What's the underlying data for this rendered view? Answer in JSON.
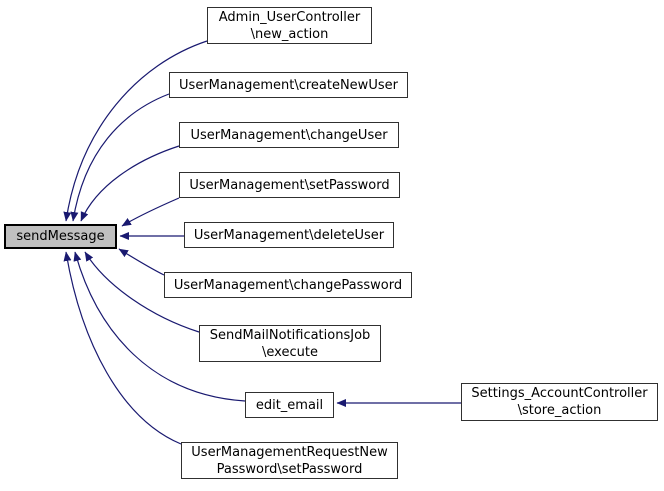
{
  "diagram_type": "doxygen-called-by-graph",
  "colors": {
    "background": "#ffffff",
    "edge": "#191970",
    "node_fill": "#ffffff",
    "node_border": "#303030",
    "focus_node_fill": "#c0c0c0",
    "focus_node_border": "#000000"
  },
  "nodes": {
    "sendMessage": {
      "label": "sendMessage"
    },
    "adminUserControllerNewAction": {
      "label": "Admin_UserController\n\\new_action"
    },
    "createNewUser": {
      "label": "UserManagement\\createNewUser"
    },
    "changeUser": {
      "label": "UserManagement\\changeUser"
    },
    "setPassword": {
      "label": "UserManagement\\setPassword"
    },
    "deleteUser": {
      "label": "UserManagement\\deleteUser"
    },
    "changePassword": {
      "label": "UserManagement\\changePassword"
    },
    "sendMailNotificationsJobExecute": {
      "label": "SendMailNotificationsJob\n\\execute"
    },
    "editEmail": {
      "label": "edit_email"
    },
    "userManagementRequestNewPasswordSetPassword": {
      "label": "UserManagementRequestNew\nPassword\\setPassword"
    },
    "settingsAccountControllerStoreAction": {
      "label": "Settings_AccountController\n\\store_action"
    }
  },
  "edges": [
    {
      "from": "Admin_UserController\\new_action",
      "to": "sendMessage"
    },
    {
      "from": "UserManagement\\createNewUser",
      "to": "sendMessage"
    },
    {
      "from": "UserManagement\\changeUser",
      "to": "sendMessage"
    },
    {
      "from": "UserManagement\\setPassword",
      "to": "sendMessage"
    },
    {
      "from": "UserManagement\\deleteUser",
      "to": "sendMessage"
    },
    {
      "from": "UserManagement\\changePassword",
      "to": "sendMessage"
    },
    {
      "from": "SendMailNotificationsJob\\execute",
      "to": "sendMessage"
    },
    {
      "from": "edit_email",
      "to": "sendMessage"
    },
    {
      "from": "UserManagementRequestNewPassword\\setPassword",
      "to": "sendMessage"
    },
    {
      "from": "Settings_AccountController\\store_action",
      "to": "edit_email"
    }
  ]
}
